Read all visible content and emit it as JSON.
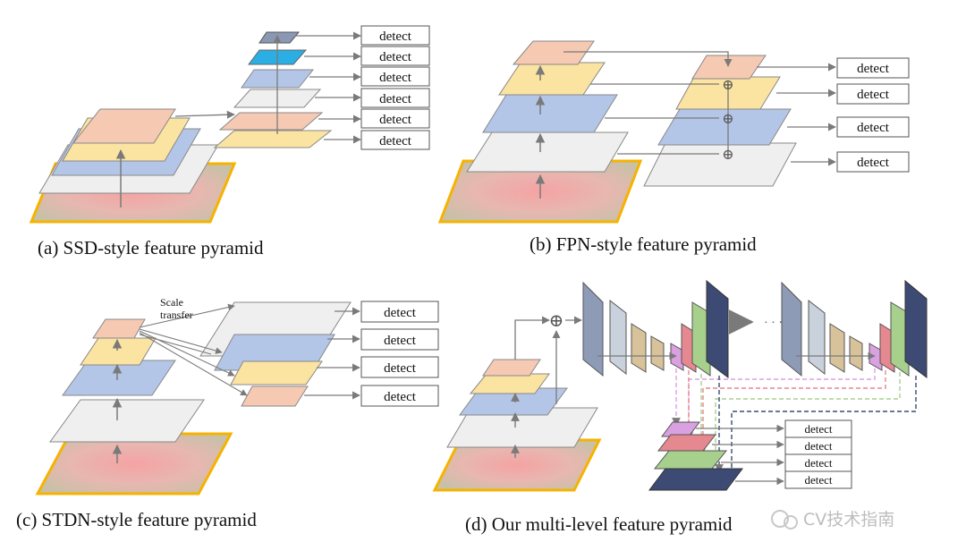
{
  "detect_label": "detect",
  "captions": {
    "a": "(a) SSD-style feature pyramid",
    "b": "(b) FPN-style feature pyramid",
    "c": "(c) STDN-style feature pyramid",
    "d": "(d) Our multi-level feature pyramid"
  },
  "scale_transfer": [
    "Scale",
    "transfer"
  ],
  "plus_symbol": "⊕",
  "ellipsis": "· · ·",
  "watermark": "CV技术指南",
  "colors": {
    "peach": "#f6c9b3",
    "yellow": "#fbe3a1",
    "blue": "#b4c6e7",
    "gray": "#efefef",
    "cyan": "#2baee3",
    "slate": "#8a98b3",
    "image_border": "#f5b300",
    "navy": "#3d4a73",
    "green": "#a8d08d",
    "red": "#e5888f",
    "violet": "#d9a1e0",
    "tan": "#d8c29a",
    "blockgray": "#c9d2dc",
    "blockslate": "#8d9bb6"
  }
}
